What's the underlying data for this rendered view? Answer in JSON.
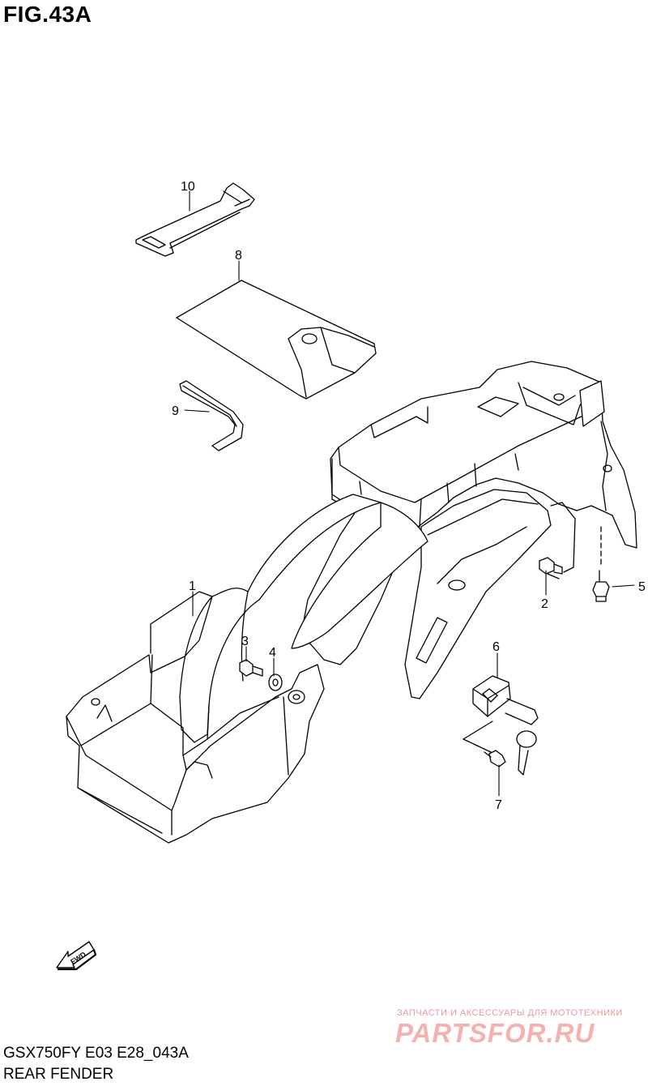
{
  "figure": {
    "title": "FIG.43A",
    "model_code": "GSX750FY E03 E28_043A",
    "section": "REAR FENDER"
  },
  "direction_marker": {
    "label": "FWD",
    "icon": "fwd-arrow-icon"
  },
  "callouts": [
    {
      "id": "callout-1",
      "number": "1"
    },
    {
      "id": "callout-2",
      "number": "2"
    },
    {
      "id": "callout-3",
      "number": "3"
    },
    {
      "id": "callout-4",
      "number": "4"
    },
    {
      "id": "callout-5",
      "number": "5"
    },
    {
      "id": "callout-6",
      "number": "6"
    },
    {
      "id": "callout-7",
      "number": "7"
    },
    {
      "id": "callout-8",
      "number": "8"
    },
    {
      "id": "callout-9",
      "number": "9"
    },
    {
      "id": "callout-10",
      "number": "10"
    }
  ],
  "watermark": {
    "tagline": "ЗАПЧАСТИ И АКСЕССУАРЫ ДЛЯ МОТОТЕХНИКИ",
    "brand": "PARTSFOR.RU",
    "color": "#f3b1b1"
  }
}
